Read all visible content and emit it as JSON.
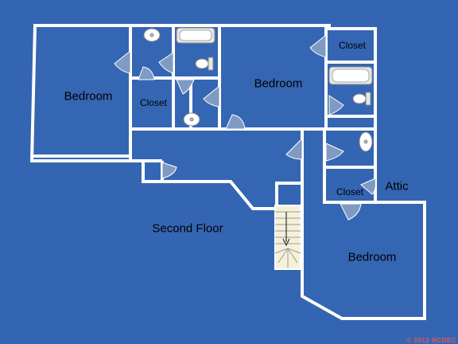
{
  "colors": {
    "background": "#3465b3",
    "room_fill": "#3566b4",
    "wall": "#ffffff",
    "door": "#7f9bc4",
    "fixture": "#e6e6e6"
  },
  "rooms": {
    "bedroom_left": "Bedroom",
    "closet_left": "Closet",
    "bedroom_center": "Bedroom",
    "closet_top_right": "Closet",
    "closet_mid_right": "Closet",
    "attic": "Attic",
    "bedroom_bottom_right": "Bedroom",
    "second_floor": "Second Floor"
  },
  "fixtures": {
    "sink": "sink-icon",
    "toilet": "toilet-icon",
    "bathtub": "bathtub-icon",
    "stairs": "stairs-icon",
    "door": "door-swing-icon"
  },
  "copyright": "© 2012 NCDEC"
}
